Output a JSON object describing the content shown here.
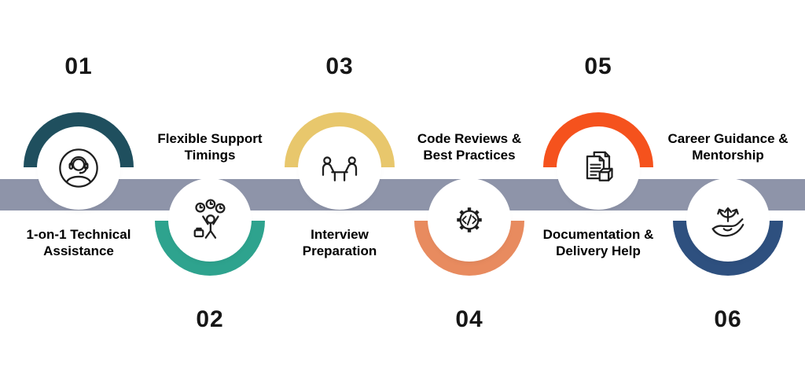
{
  "page": {
    "background": "#ffffff"
  },
  "timeline": {
    "band_color": "#8e94a9"
  },
  "items": [
    {
      "number": "01",
      "position": "top",
      "color": "#1f4f5e",
      "icon": "headset-support-icon",
      "label": "1-on-1 Technical Assistance",
      "label_lines": [
        "1-on-1 Technical",
        "Assistance"
      ]
    },
    {
      "number": "02",
      "position": "bottom",
      "color": "#2ea38e",
      "icon": "flexible-time-icon",
      "label": "Flexible Support Timings",
      "label_lines": [
        "Flexible Support",
        "Timings"
      ]
    },
    {
      "number": "03",
      "position": "top",
      "color": "#e8c76c",
      "icon": "interview-icon",
      "label": "Interview Preparation",
      "label_lines": [
        "Interview",
        "Preparation"
      ]
    },
    {
      "number": "04",
      "position": "bottom",
      "color": "#e88b5f",
      "icon": "code-gear-icon",
      "label": "Code Reviews & Best Practices",
      "label_lines": [
        "Code Reviews &",
        "Best Practices"
      ]
    },
    {
      "number": "05",
      "position": "top",
      "color": "#f5521d",
      "icon": "documents-delivery-icon",
      "label": "Documentation & Delivery Help",
      "label_lines": [
        "Documentation &",
        "Delivery Help"
      ]
    },
    {
      "number": "06",
      "position": "bottom",
      "color": "#2e507f",
      "icon": "career-guidance-icon",
      "label": "Career Guidance & Mentorship",
      "label_lines": [
        "Career Guidance &",
        "Mentorship"
      ]
    }
  ]
}
